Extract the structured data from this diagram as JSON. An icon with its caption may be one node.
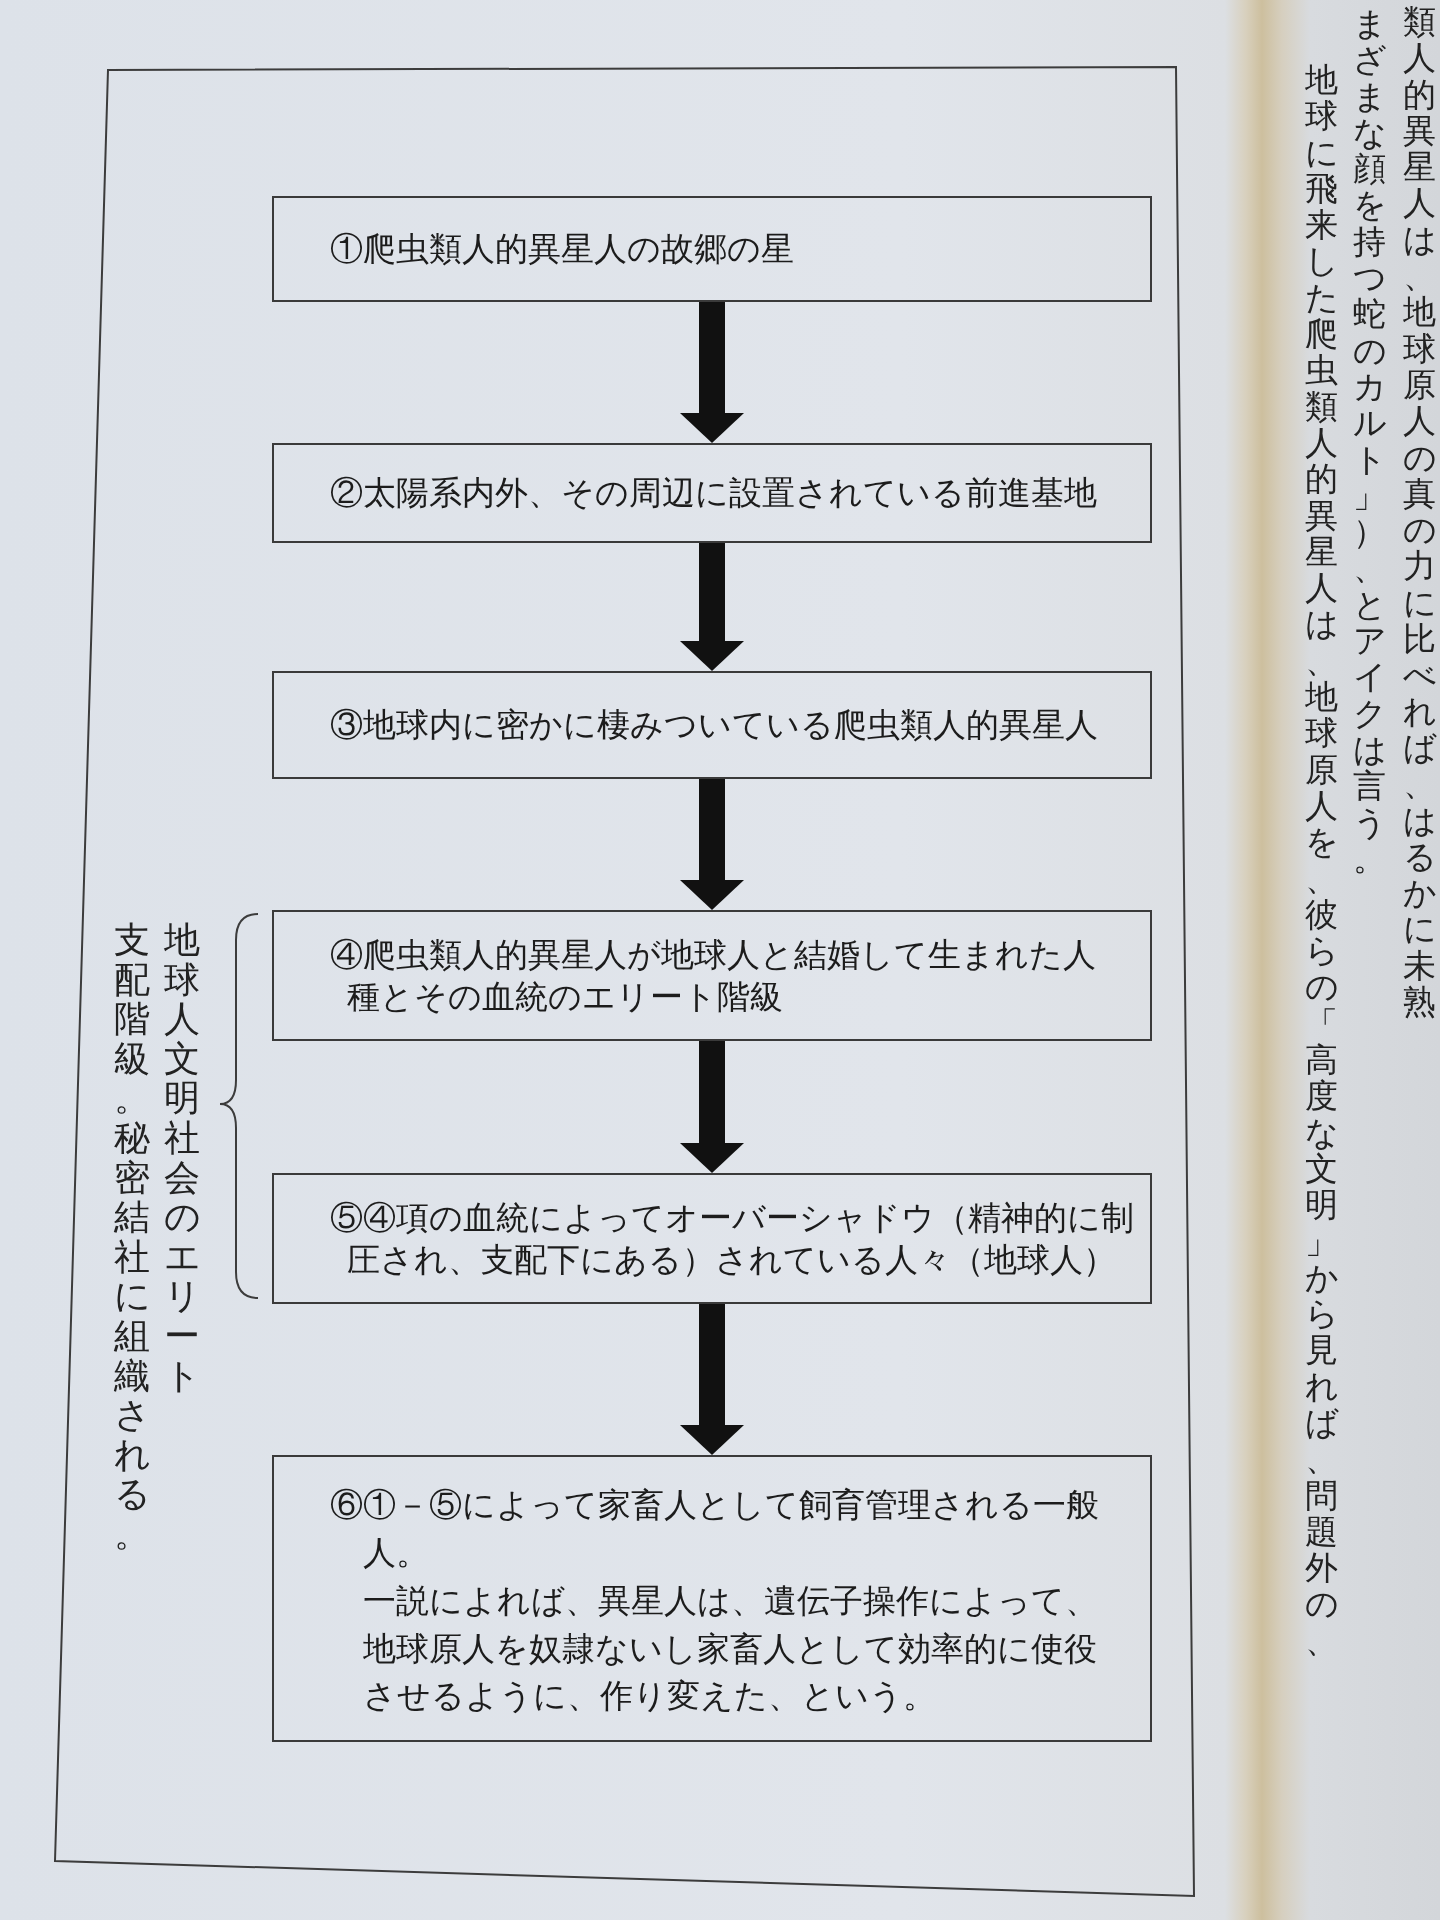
{
  "diagram": {
    "nodes": [
      {
        "text": [
          "①爬虫類人的異星人の故郷の星"
        ]
      },
      {
        "text": [
          "②太陽系内外、その周辺に設置されている前進基地"
        ]
      },
      {
        "text": [
          "③地球内に密かに棲みついている爬虫類人的異星人"
        ]
      },
      {
        "text": [
          "④爬虫類人的異星人が地球人と結婚して生まれた人種とその血統のエリート階級"
        ]
      },
      {
        "text": [
          "⑤④項の血統によってオーバーシャドウ（精神的に制圧され、支配下にある）されている人々（地球人）"
        ]
      },
      {
        "text": [
          "⑥①－⑤によって家畜人として飼育管理される一般人。",
          "一説によれば、異星人は、遺伝子操作によって、地球原人を奴隷ないし家畜人として効率的に使役させるように、作り変えた、という。"
        ]
      }
    ],
    "edges": [
      {
        "from": 0,
        "to": 1,
        "arrow": "to"
      },
      {
        "from": 1,
        "to": 2,
        "arrow": "to"
      },
      {
        "from": 2,
        "to": 3,
        "arrow": "to"
      },
      {
        "from": 3,
        "to": 4,
        "arrow": "to"
      },
      {
        "from": 4,
        "to": 5,
        "arrow": "to"
      }
    ],
    "labels": [
      "地球人文明社会のエリート",
      "支配階級。秘密結社に組織される。",
      "類人的異星人は、地球原人の真の力に比べれば、はるかに未熟",
      "まざまな顔を持つ蛇のカルト」）、とアイクは言う。",
      "地球に飛来した爬虫類人的異星人は、地球原人を、彼らの「高度な文明」から見れば、問題外の、"
    ]
  }
}
